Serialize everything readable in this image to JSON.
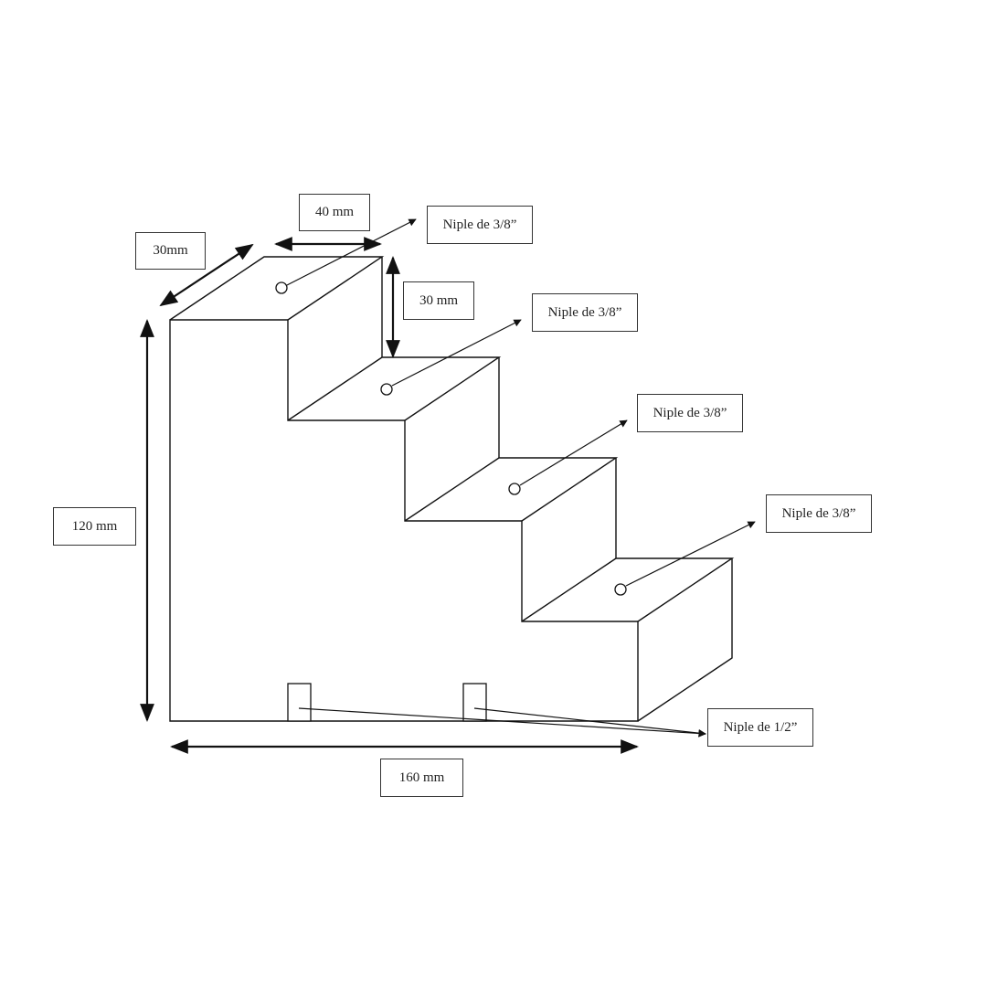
{
  "diagram": {
    "type": "isometric-technical-drawing",
    "subject": "stepped block with nipples (4-step staircase)",
    "colors": {
      "line": "#111111",
      "background": "#ffffff",
      "label_border": "#333333"
    }
  },
  "dimensions": {
    "depth": "30mm",
    "step_width": "40 mm",
    "step_height": "30 mm",
    "total_height": "120 mm",
    "total_length": "160 mm"
  },
  "callouts": {
    "step1": "Niple de 3/8”",
    "step2": "Niple de 3/8”",
    "step3": "Niple de 3/8”",
    "step4": "Niple de 3/8”",
    "bottom": "Niple de 1/2”"
  }
}
